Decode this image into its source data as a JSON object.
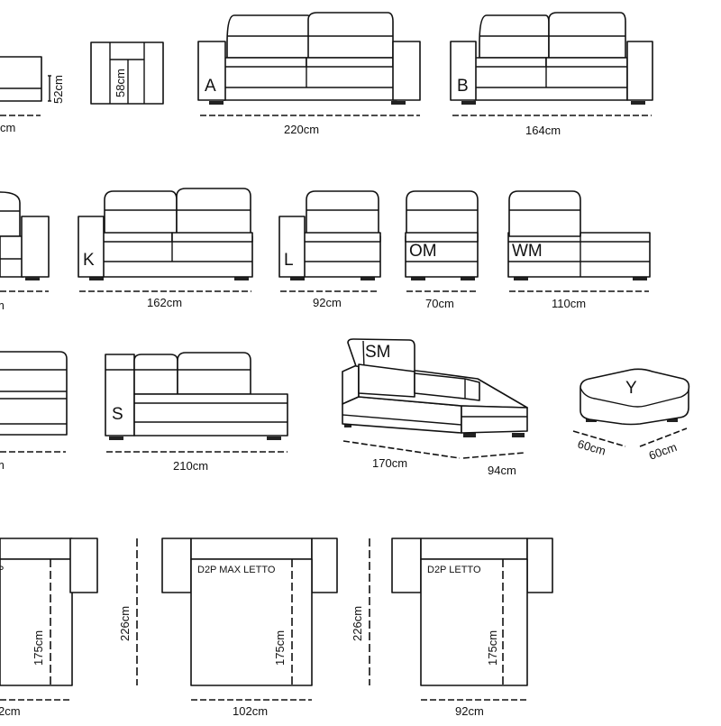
{
  "modules": {
    "A": {
      "label": "A",
      "width": "220cm"
    },
    "B": {
      "label": "B",
      "width": "164cm"
    },
    "K": {
      "label": "K",
      "width": "162cm"
    },
    "L": {
      "label": "L",
      "width": "92cm"
    },
    "OM": {
      "label": "OM",
      "width": "70cm"
    },
    "WM": {
      "label": "WM",
      "width": "110cm"
    },
    "S": {
      "label": "S",
      "width": "210cm"
    },
    "SM": {
      "label": "SM",
      "length": "170cm",
      "depth": "94cm"
    },
    "Y": {
      "label": "Y",
      "width": "60cm",
      "depth": "60cm"
    }
  },
  "partial": {
    "row1_left_width": "cm",
    "row1_left_height": "52cm",
    "armchair_height": "58cm",
    "row2_left_width": "m",
    "row3_left_width": "m",
    "bed1_width": "2cm",
    "bed1_label": "P"
  },
  "beds": {
    "max": {
      "label": "D2P MAX LETTO",
      "width": "102cm",
      "depth": "175cm",
      "length": "226cm"
    },
    "letto": {
      "label": "D2P LETTO",
      "width": "92cm",
      "depth": "175cm",
      "length": "226cm"
    },
    "left_depth": "175cm"
  }
}
